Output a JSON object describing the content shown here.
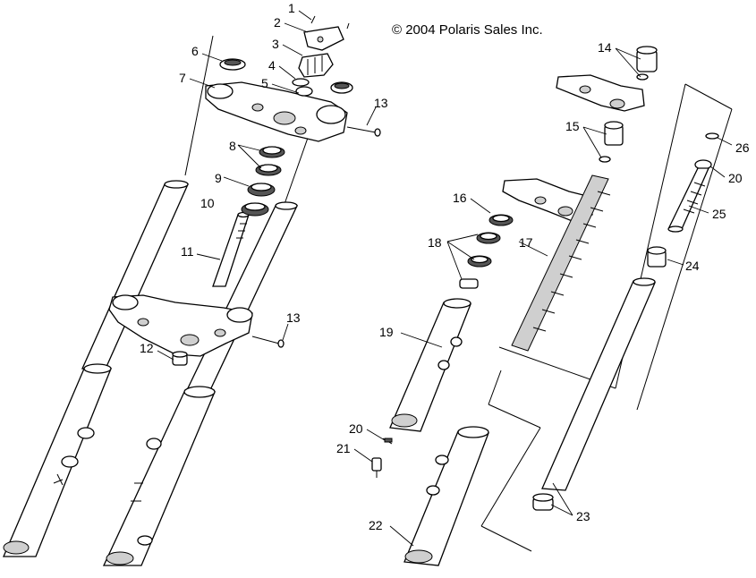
{
  "copyright": "© 2004 Polaris Sales Inc.",
  "callouts": {
    "c1": "1",
    "c2": "2",
    "c3": "3",
    "c4": "4",
    "c5": "5",
    "c6": "6",
    "c7": "7",
    "c8": "8",
    "c9": "9",
    "c10": "10",
    "c11": "11",
    "c12": "12",
    "c13a": "13",
    "c13b": "13",
    "c14": "14",
    "c15": "15",
    "c16": "16",
    "c17": "17",
    "c18": "18",
    "c19": "19",
    "c20a": "20",
    "c20b": "20",
    "c21": "21",
    "c22": "22",
    "c23": "23",
    "c24": "24",
    "c25": "25",
    "c26": "26"
  }
}
